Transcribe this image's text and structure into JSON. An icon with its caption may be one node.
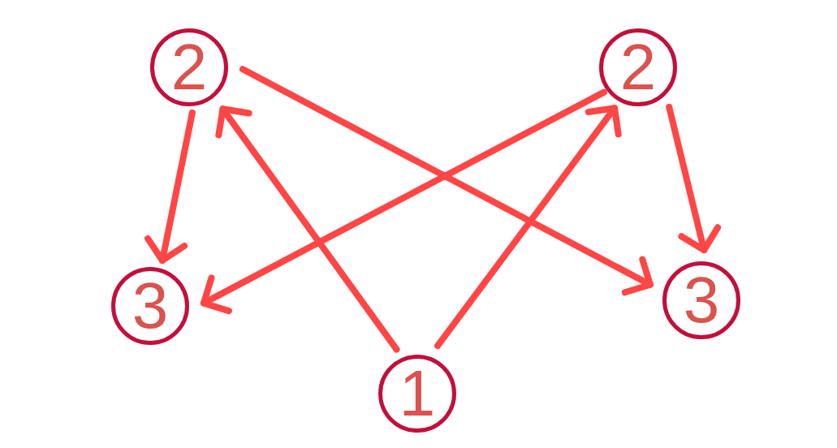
{
  "diagram": {
    "nodes": [
      {
        "text": [
          "2"
        ]
      },
      {
        "text": [
          "2"
        ]
      },
      {
        "text": [
          "3"
        ]
      },
      {
        "text": [
          "3"
        ]
      },
      {
        "text": [
          "1"
        ]
      }
    ],
    "edges": [
      {
        "from": 4,
        "to": 0,
        "arrow": "to"
      },
      {
        "from": 4,
        "to": 1,
        "arrow": "to"
      },
      {
        "from": 0,
        "to": 2,
        "arrow": "to"
      },
      {
        "from": 1,
        "to": 3,
        "arrow": "to"
      },
      {
        "from": 0,
        "to": 3,
        "arrow": "to"
      },
      {
        "from": 1,
        "to": 2,
        "arrow": "to"
      }
    ]
  }
}
